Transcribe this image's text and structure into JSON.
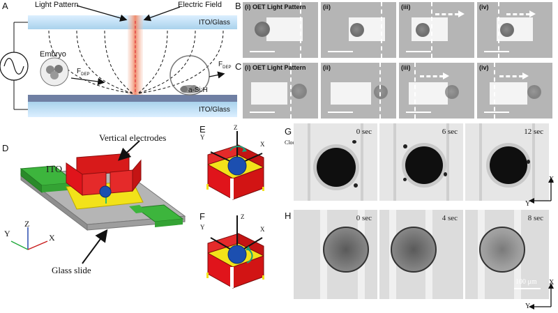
{
  "panel_a": {
    "letter": "A",
    "light_pattern": "Light Pattern",
    "electric_field": "Electric Field",
    "ito_top": "ITO/Glass",
    "ito_bottom": "ITO/Glass",
    "asi": "a-Si:H",
    "embryo": "Embryo",
    "fdep_left": "F",
    "fdep_left_sub": "DEP",
    "fdep_right": "F",
    "fdep_right_sub": "DEP"
  },
  "panel_b": {
    "letter": "B",
    "frames": [
      {
        "label": "(i) OET Light Pattern"
      },
      {
        "label": "(ii)"
      },
      {
        "label": "(iii)"
      },
      {
        "label": "(iv)"
      }
    ]
  },
  "panel_c": {
    "letter": "C",
    "frames": [
      {
        "label": "(i) OET Light Pattern"
      },
      {
        "label": "(ii)"
      },
      {
        "label": "(iii)"
      },
      {
        "label": "(iv)"
      }
    ]
  },
  "panel_d": {
    "letter": "D",
    "vertical_electrodes": "Vertical electrodes",
    "ito": "ITO",
    "glass_slide": "Glass slide",
    "axis_z": "Z",
    "axis_y": "Y",
    "axis_x": "X"
  },
  "panel_e": {
    "letter": "E",
    "z": "Z",
    "y": "Y",
    "x": "X"
  },
  "panel_f": {
    "letter": "F",
    "z": "Z",
    "y": "Y",
    "x": "X"
  },
  "panel_g": {
    "letter": "G",
    "rotation_label": "Clockwise",
    "times": [
      "0 sec",
      "6 sec",
      "12 sec"
    ],
    "axis_x": "X",
    "axis_y": "Y"
  },
  "panel_h": {
    "letter": "H",
    "times": [
      "0 sec",
      "4 sec",
      "8 sec"
    ],
    "scale_bar": "100 μm",
    "axis_x": "X",
    "axis_y": "Y"
  },
  "colors": {
    "electrode_red": "#e0141b",
    "ito_green": "#3db53d",
    "gold": "#f2e21a",
    "glass_blue": "#bfe0f0",
    "beam": "#f3a98d"
  }
}
